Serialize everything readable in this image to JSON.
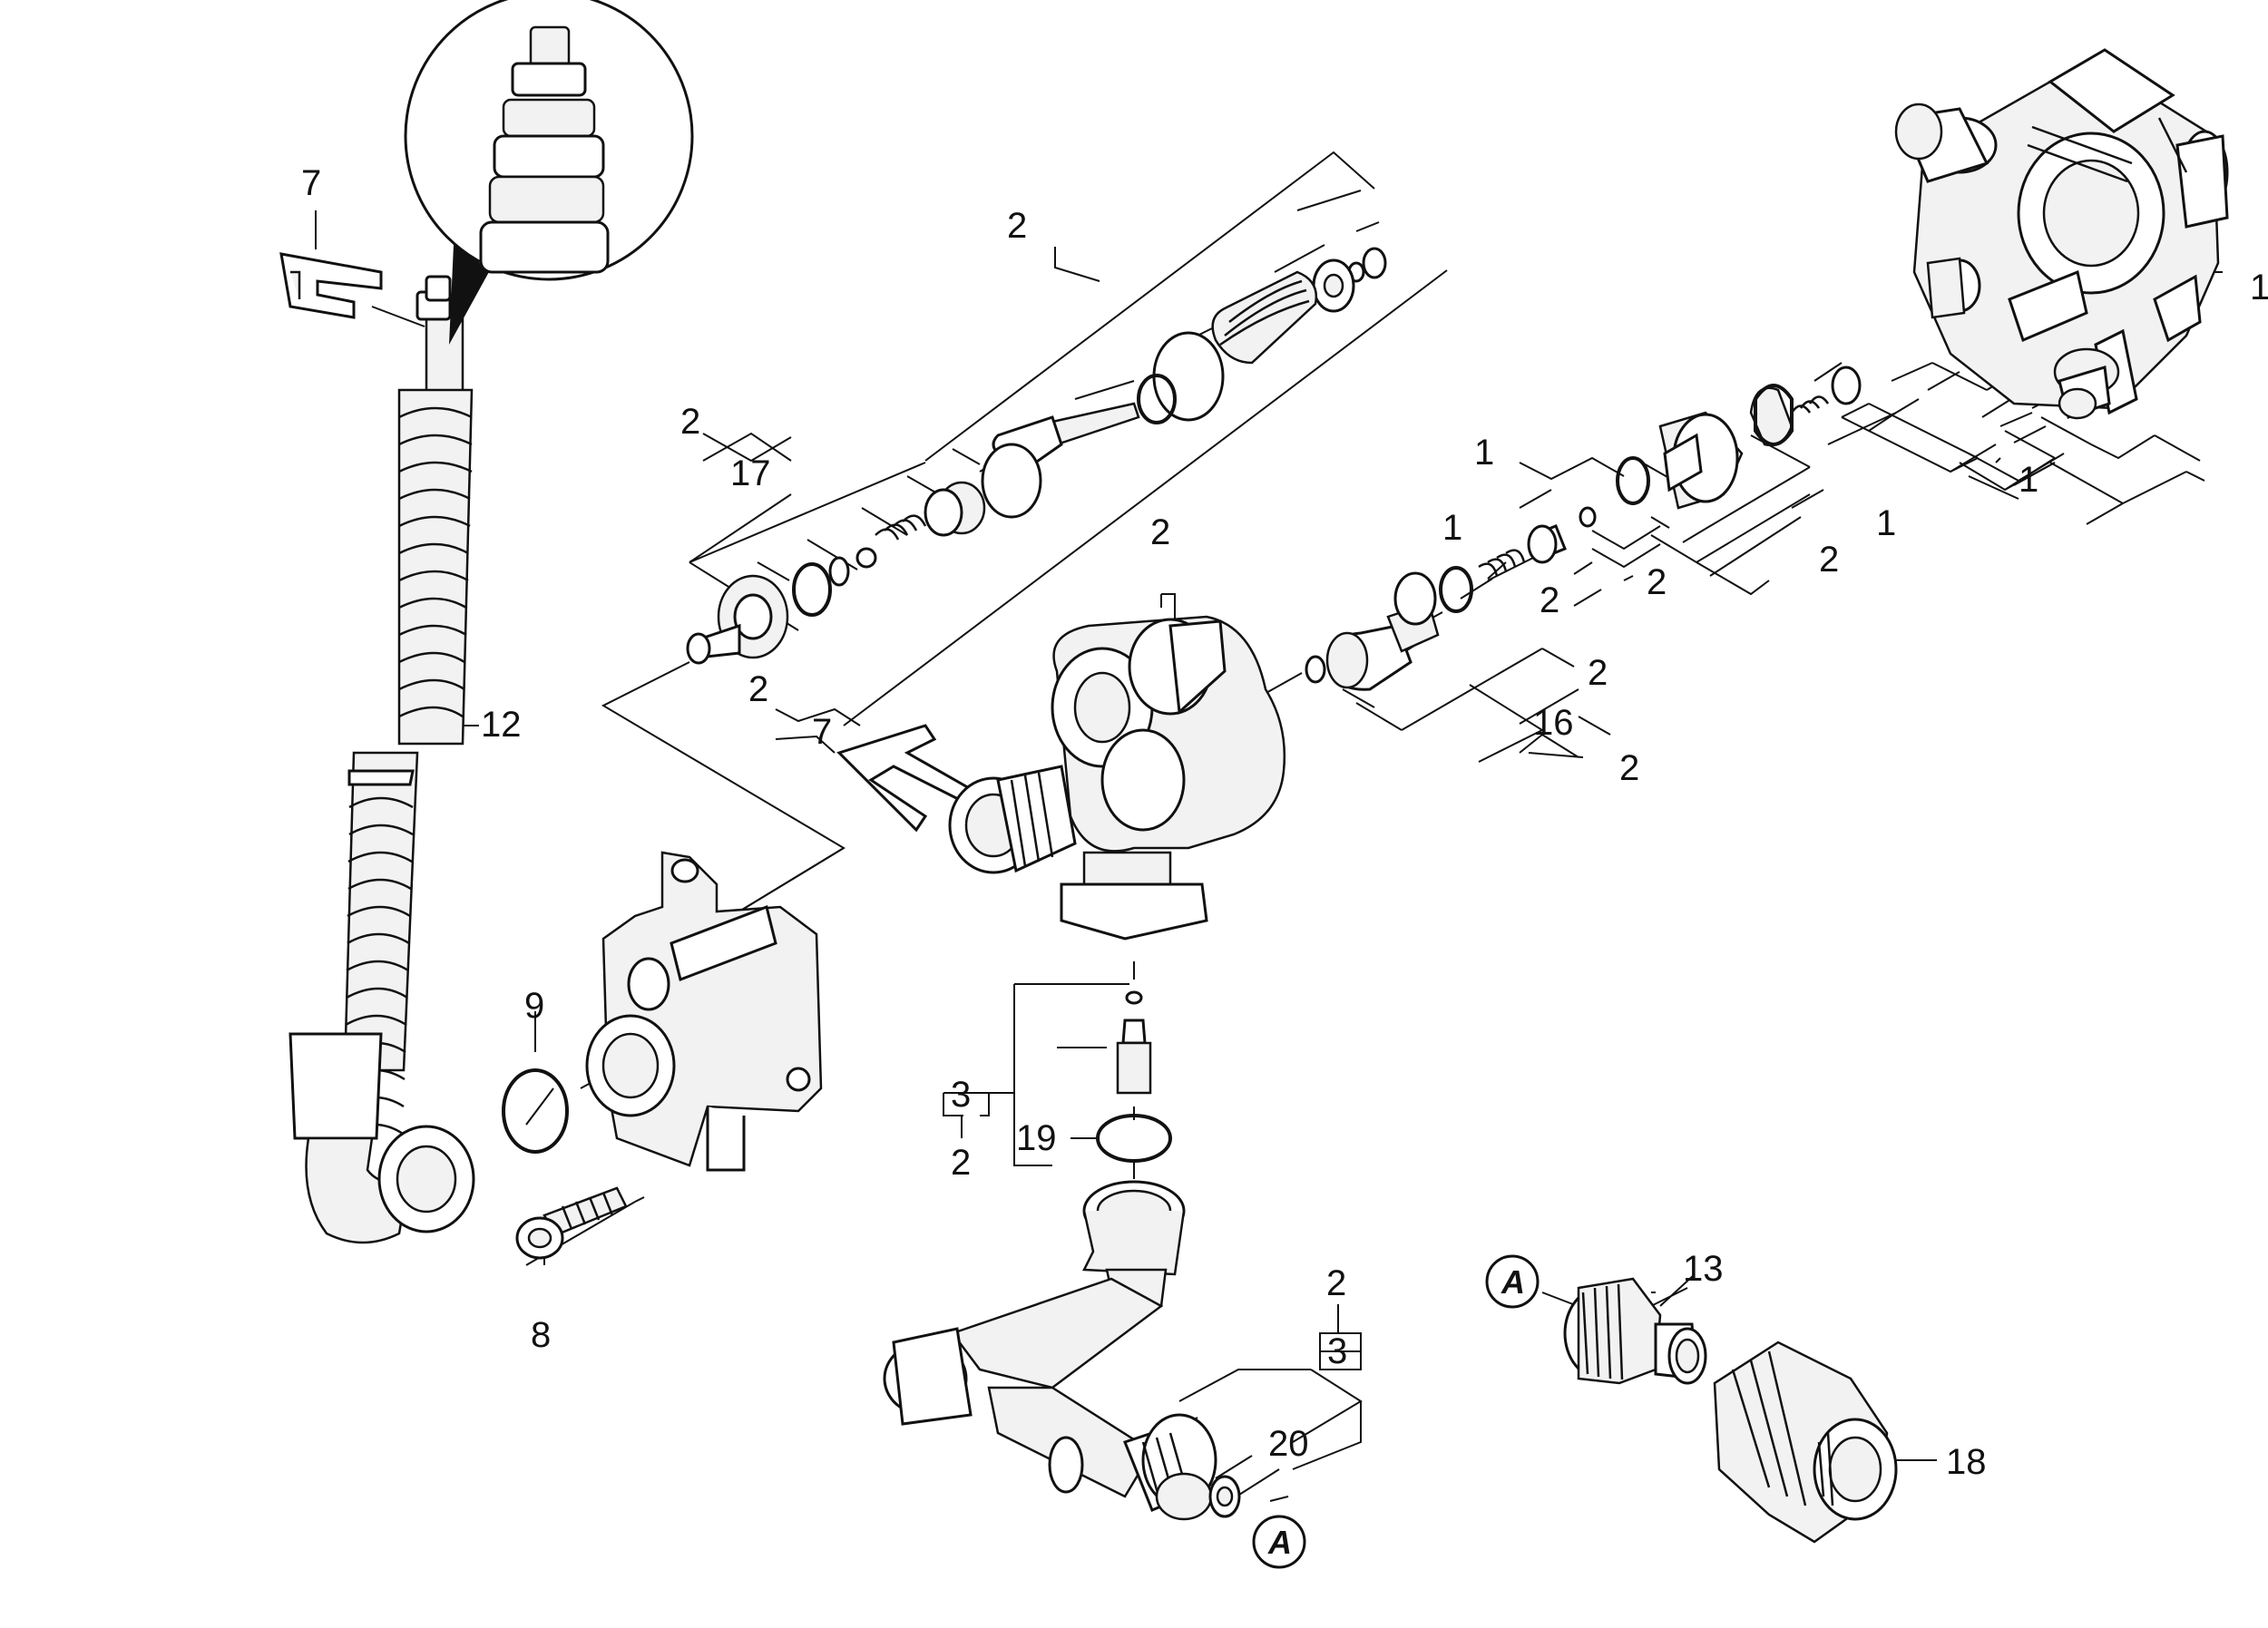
{
  "diagram": {
    "part_numbers": [
      {
        "id": "p7a",
        "text": "7"
      },
      {
        "id": "p2top",
        "text": "2"
      },
      {
        "id": "p1a",
        "text": "1"
      },
      {
        "id": "p2b",
        "text": "2"
      },
      {
        "id": "p17",
        "text": "17"
      },
      {
        "id": "p1b",
        "text": "1"
      },
      {
        "id": "p1c",
        "text": "1"
      },
      {
        "id": "p1d",
        "text": "1"
      },
      {
        "id": "p1e",
        "text": "1"
      },
      {
        "id": "p2c",
        "text": "2"
      },
      {
        "id": "p2d",
        "text": "2"
      },
      {
        "id": "p2e",
        "text": "2"
      },
      {
        "id": "p2f",
        "text": "2"
      },
      {
        "id": "p2g",
        "text": "2"
      },
      {
        "id": "p12",
        "text": "12"
      },
      {
        "id": "p2h",
        "text": "2"
      },
      {
        "id": "p7b",
        "text": "7"
      },
      {
        "id": "p16",
        "text": "16"
      },
      {
        "id": "p2i",
        "text": "2"
      },
      {
        "id": "p9",
        "text": "9"
      },
      {
        "id": "p3a",
        "text": "3"
      },
      {
        "id": "p2j",
        "text": "2"
      },
      {
        "id": "p19",
        "text": "19"
      },
      {
        "id": "p8",
        "text": "8"
      },
      {
        "id": "p2k",
        "text": "2"
      },
      {
        "id": "p3b",
        "text": "3"
      },
      {
        "id": "p13",
        "text": "13"
      },
      {
        "id": "p20",
        "text": "20"
      },
      {
        "id": "p18",
        "text": "18"
      }
    ],
    "connection_callouts": [
      {
        "id": "ca1",
        "text": "A"
      },
      {
        "id": "ca2",
        "text": "A"
      }
    ]
  }
}
